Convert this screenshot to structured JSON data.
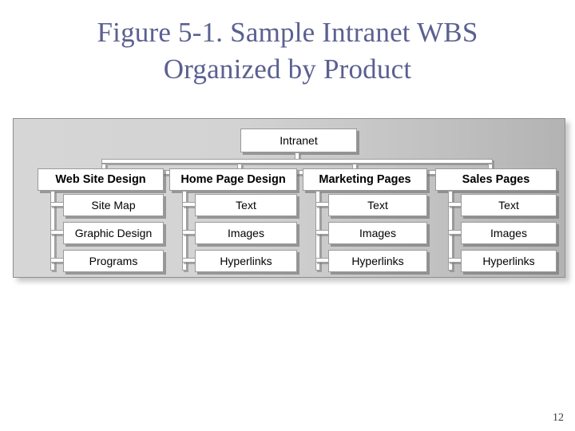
{
  "slide": {
    "title_line1": "Figure 5-1. Sample Intranet WBS",
    "title_line2": "Organized by Product",
    "title_color": "#5b6091",
    "page_number": "12"
  },
  "diagram": {
    "type": "work-breakdown-structure",
    "panel_background_start": "#d6d6d6",
    "panel_background_end": "#b3b3b3",
    "node_fill": "#ffffff",
    "node_border": "#9a9a9a",
    "root": {
      "label": "Intranet"
    },
    "columns": [
      {
        "label": "Web Site Design",
        "children": [
          {
            "label": "Site Map"
          },
          {
            "label": "Graphic Design"
          },
          {
            "label": "Programs"
          }
        ]
      },
      {
        "label": "Home Page Design",
        "children": [
          {
            "label": "Text"
          },
          {
            "label": "Images"
          },
          {
            "label": "Hyperlinks"
          }
        ]
      },
      {
        "label": "Marketing Pages",
        "children": [
          {
            "label": "Text"
          },
          {
            "label": "Images"
          },
          {
            "label": "Hyperlinks"
          }
        ]
      },
      {
        "label": "Sales Pages",
        "children": [
          {
            "label": "Text"
          },
          {
            "label": "Images"
          },
          {
            "label": "Hyperlinks"
          }
        ]
      }
    ]
  }
}
